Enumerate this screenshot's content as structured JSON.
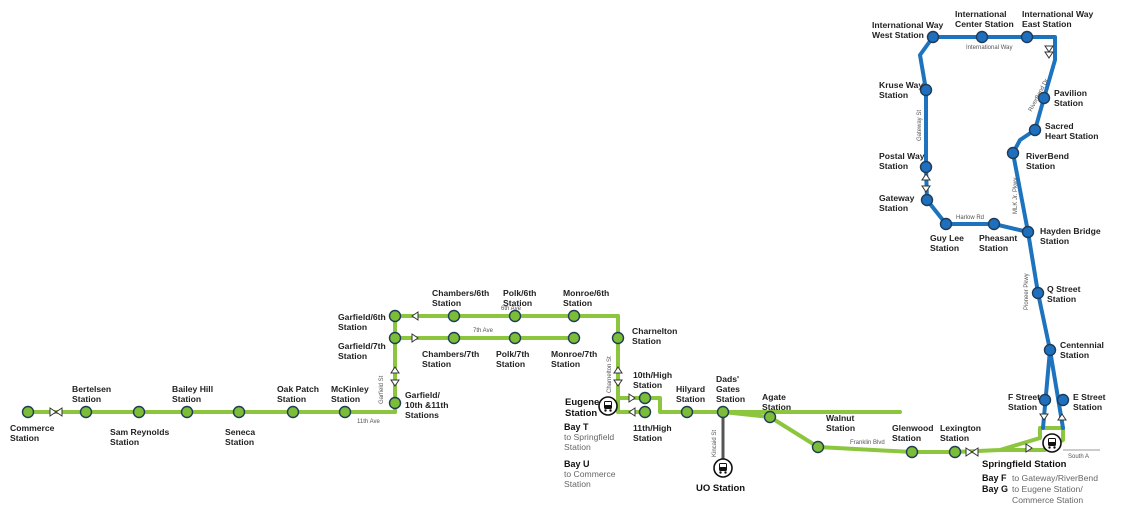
{
  "colors": {
    "green_line": "#8cc63f",
    "blue_line": "#1e73be",
    "green_station": "#7cbd38",
    "blue_station": "#1f6fbf",
    "station_outline": "#1f3c56"
  },
  "stations": {
    "commerce": [
      "Commerce",
      "Station"
    ],
    "bertelsen": [
      "Bertelsen",
      "Station"
    ],
    "sam_reynolds": [
      "Sam Reynolds",
      "Station"
    ],
    "bailey_hill": [
      "Bailey Hill",
      "Station"
    ],
    "seneca": [
      "Seneca",
      "Station"
    ],
    "oak_patch": [
      "Oak Patch",
      "Station"
    ],
    "mckinley": [
      "McKinley",
      "Station"
    ],
    "garfield_10_11": [
      "Garfield/",
      "10th &11th",
      "Stations"
    ],
    "garfield_7": [
      "Garfield/7th",
      "Station"
    ],
    "garfield_6": [
      "Garfield/6th",
      "Station"
    ],
    "chambers_6": [
      "Chambers/6th",
      "Station"
    ],
    "polk_6": [
      "Polk/6th",
      "Station"
    ],
    "monroe_6": [
      "Monroe/6th",
      "Station"
    ],
    "chambers_7": [
      "Chambers/7th",
      "Station"
    ],
    "polk_7": [
      "Polk/7th",
      "Station"
    ],
    "monroe_7": [
      "Monroe/7th",
      "Station"
    ],
    "charnelton": [
      "Charnelton",
      "Station"
    ],
    "tenth_high": [
      "10th/High",
      "Station"
    ],
    "eleventh_high": [
      "11th/High",
      "Station"
    ],
    "hilyard": [
      "Hilyard",
      "Station"
    ],
    "dads_gates": [
      "Dads'",
      "Gates",
      "Station"
    ],
    "agate": [
      "Agate",
      "Station"
    ],
    "walnut": [
      "Walnut",
      "Station"
    ],
    "glenwood": [
      "Glenwood",
      "Station"
    ],
    "lexington": [
      "Lexington",
      "Station"
    ],
    "f_street": [
      "F Street",
      "Station"
    ],
    "e_street": [
      "E Street",
      "Station"
    ],
    "centennial": [
      "Centennial",
      "Station"
    ],
    "q_street": [
      "Q Street",
      "Station"
    ],
    "hayden_bridge": [
      "Hayden Bridge",
      "Station"
    ],
    "pheasant": [
      "Pheasant",
      "Station"
    ],
    "guy_lee": [
      "Guy Lee",
      "Station"
    ],
    "gateway": [
      "Gateway",
      "Station"
    ],
    "postal_way": [
      "Postal Way",
      "Station"
    ],
    "kruse_way": [
      "Kruse Way",
      "Station"
    ],
    "intl_way_west": [
      "International Way",
      "West Station"
    ],
    "intl_center": [
      "International",
      "Center Station"
    ],
    "intl_way_east": [
      "International Way",
      "East Station"
    ],
    "pavilion": [
      "Pavilion",
      "Station"
    ],
    "sacred_heart": [
      "Sacred",
      "Heart Station"
    ],
    "riverbend": [
      "RiverBend",
      "Station"
    ]
  },
  "streets": {
    "eleventh_ave": "11th Ave",
    "garfield_st": "Garfield St",
    "sixth_ave": "6th Ave",
    "seventh_ave": "7th Ave",
    "charnelton_st": "Charnelton St",
    "kincaid_st": "Kincaid St",
    "franklin_blvd": "Franklin Blvd",
    "south_a": "South  A",
    "pioneer_pkwy": "Pioneer Pkwy",
    "mlk_pkwy": "MLK Jr. Pkwy",
    "harlow_rd": "Harlow Rd",
    "gateway_st": "Gateway St",
    "international_way": "International Way",
    "riverbend_dr": "RiverBend Dr"
  },
  "hubs": {
    "eugene": {
      "name": [
        "Eugene",
        "Station"
      ],
      "bays": [
        {
          "bay": "Bay T",
          "lines": [
            "to Springfield",
            "Station"
          ]
        },
        {
          "bay": "Bay U",
          "lines": [
            "to Commerce",
            "Station"
          ]
        }
      ],
      "icon": "bus-station-icon"
    },
    "uo": {
      "name": "UO Station",
      "icon": "bus-station-icon"
    },
    "springfield": {
      "name": "Springfield Station",
      "bays": [
        {
          "bay": "Bay F",
          "lines": [
            "to Gateway/RiverBend"
          ]
        },
        {
          "bay": "Bay G",
          "lines": [
            "to Eugene Station/",
            "Commerce Station"
          ]
        }
      ],
      "icon": "bus-station-icon"
    }
  }
}
